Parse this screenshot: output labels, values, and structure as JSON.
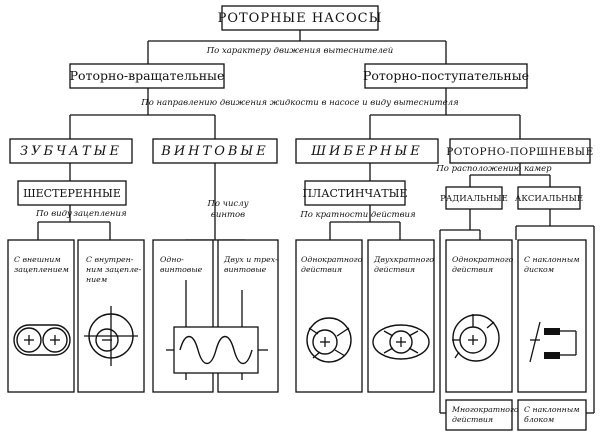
{
  "diagram": {
    "title": "РОТОРНЫЕ НАСОСЫ",
    "edge_motion": "По характеру движения вытеснителей",
    "rotary": "Роторно-вращательные",
    "translational": "Роторно-поступательные",
    "edge_flow": "По направлению движения жидкости в насосе и виду вытеснителя",
    "gear": "ЗУБЧАТЫЕ",
    "screw": "ВИНТОВЫЕ",
    "vane": "ШИБЕРНЫЕ",
    "piston": "РОТОРНО-ПОРШНЕВЫЕ",
    "gear_sub": "ШЕСТЕРЕННЫЕ",
    "edge_mesh": [
      "По виду",
      "зацепления"
    ],
    "edge_screws": [
      "По числу",
      "винтов"
    ],
    "plate_sub": "ПЛАСТИНЧАТЫЕ",
    "edge_multiplicity": "По кратности действия",
    "edge_chambers": "По расположению камер",
    "radial": "РАДИАЛЬНЫЕ",
    "axial": "АКСИАЛЬНЫЕ",
    "leaf_external": [
      "С внешним",
      "зацеплением"
    ],
    "leaf_internal": [
      "С внутрен-",
      "ним зацепле-",
      "нием"
    ],
    "leaf_one_screw": [
      "Одно-",
      "винтовые"
    ],
    "leaf_multi_screw": [
      "Двух и трех-",
      "винтовые"
    ],
    "leaf_single_act": [
      "Однократного",
      "действия"
    ],
    "leaf_double_act": [
      "Двухкратного",
      "действия"
    ],
    "leaf_radial_single": [
      "Однократного",
      "действия"
    ],
    "leaf_inclined_disc": [
      "С наклонным",
      "диском"
    ],
    "leaf_multi_act": [
      "Многократного",
      "действия"
    ],
    "leaf_inclined_block": [
      "С наклонным",
      "блоком"
    ]
  }
}
